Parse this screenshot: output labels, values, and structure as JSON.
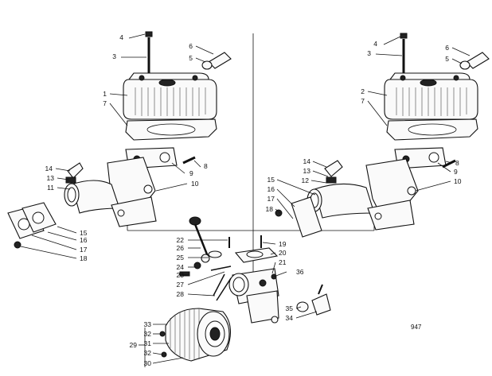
{
  "figure_number": "947",
  "left_group": {
    "labels": [
      "4",
      "3",
      "6",
      "5",
      "1",
      "7",
      "8",
      "9",
      "10",
      "14",
      "13",
      "11",
      "15",
      "16",
      "17",
      "18"
    ]
  },
  "right_group": {
    "labels": [
      "4",
      "3",
      "6",
      "5",
      "2",
      "7",
      "8",
      "9",
      "10",
      "14",
      "13",
      "12",
      "15",
      "16",
      "17",
      "18"
    ]
  },
  "carburetor_group": {
    "labels": [
      "22",
      "26",
      "25",
      "24",
      "23",
      "27",
      "28",
      "19",
      "20",
      "21",
      "36",
      "35",
      "34"
    ]
  },
  "air_filter_group": {
    "labels": [
      "33",
      "32",
      "31",
      "32",
      "30",
      "29"
    ]
  }
}
